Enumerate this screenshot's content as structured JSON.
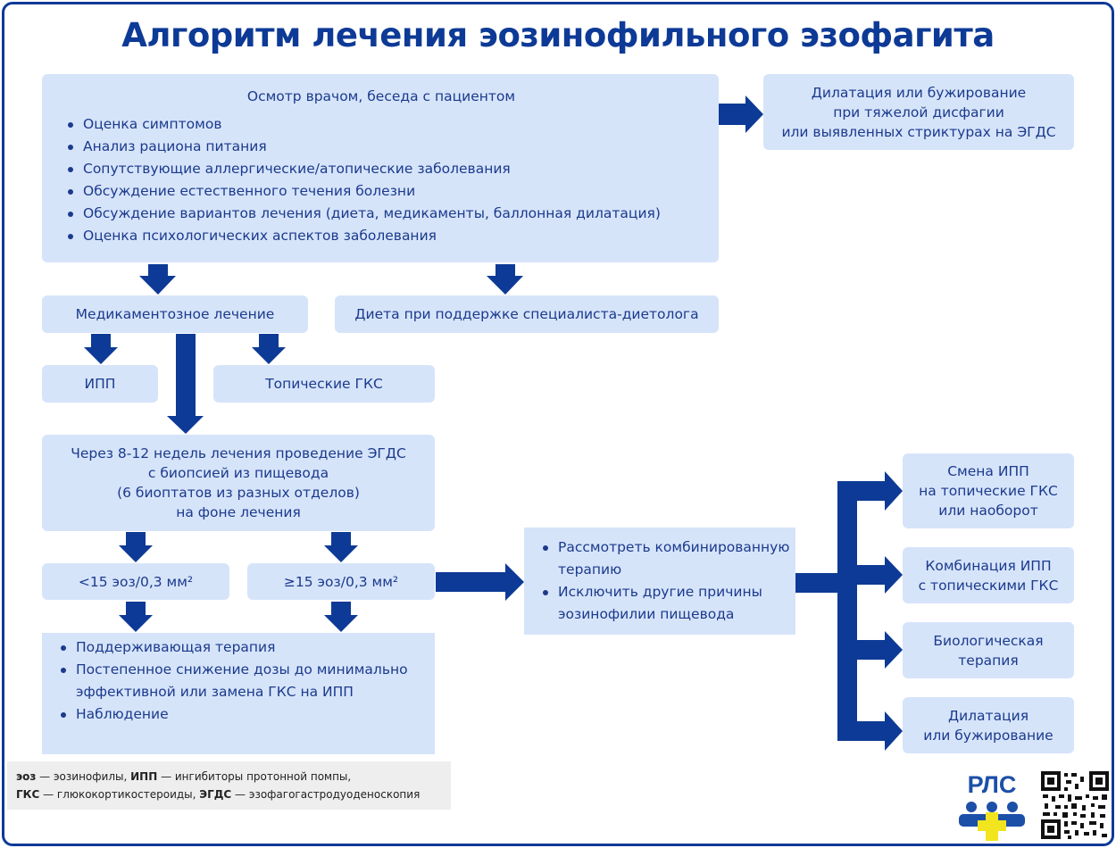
{
  "title": "Алгоритм лечения эозинофильного эзофагита",
  "exam": {
    "heading": "Осмотр врачом, беседа с пациентом",
    "items": [
      "Оценка симптомов",
      "Анализ рациона питания",
      "Сопутствующие аллергические/атопические заболевания",
      "Обсуждение естественного течения болезни",
      "Обсуждение вариантов лечения (диета, медикаменты, баллонная дилатация)",
      "Оценка психологических аспектов заболевания"
    ]
  },
  "dilation_top": {
    "line1": "Дилатация или бужирование",
    "line2": "при тяжелой дисфагии",
    "line3": "или выявленных стриктурах на ЭГДС"
  },
  "medication": "Медикаментозное лечение",
  "diet": "Диета при поддержке специалиста-диетолога",
  "ipp": "ИПП",
  "topical": "Топические ГКС",
  "egds": {
    "line1": "Через 8-12 недель лечения проведение ЭГДС",
    "line2": "с биопсией из пищевода",
    "line3": "(6 биоптатов из разных отделов)",
    "line4": "на фоне лечения"
  },
  "low_eos": "<15 эоз/0,3 мм²",
  "high_eos": "≥15 эоз/0,3 мм²",
  "maintenance": {
    "items": [
      "Поддерживающая терапия",
      "Постепенное снижение дозы до минимально эффективной или замена ГКС на ИПП",
      "Наблюдение"
    ]
  },
  "consider": {
    "items": [
      "Рассмотреть комбинированную терапию",
      "Исключить другие причины эозинофилии пищевода"
    ]
  },
  "options": {
    "switch": {
      "line1": "Смена ИПП",
      "line2": "на топические ГКС",
      "line3": "или наоборот"
    },
    "combo": {
      "line1": "Комбинация ИПП",
      "line2": "с топическими ГКС"
    },
    "bio": {
      "line1": "Биологическая",
      "line2": "терапия"
    },
    "dilation": {
      "line1": "Дилатация",
      "line2": "или бужирование"
    }
  },
  "legend": {
    "abbr1": "эоз",
    "def1": " — эозинофилы, ",
    "abbr2": "ИПП",
    "def2": " — ингибиторы протонной помпы,",
    "abbr3": "ГКС",
    "def3": " — глюкокортикостероиды, ",
    "abbr4": "ЭГДС",
    "def4": " — эзофагогастродуоденоскопия"
  },
  "logo": "РЛС",
  "colors": {
    "accent": "#0d3a96",
    "box": "#d6e4fa",
    "text": "#1b3a8c"
  }
}
